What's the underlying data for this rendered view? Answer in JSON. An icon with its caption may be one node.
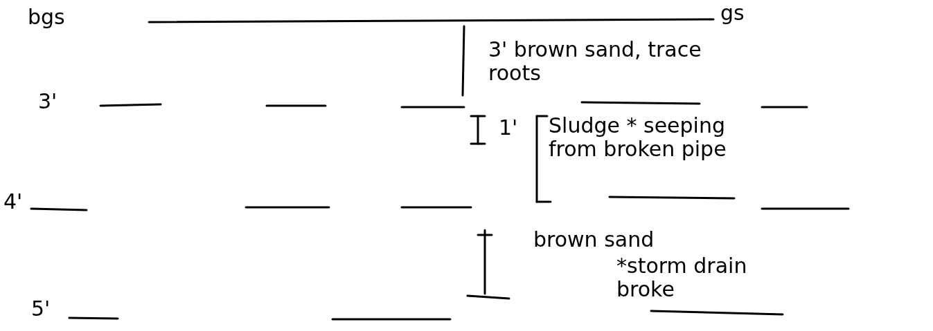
{
  "diagram": {
    "labels": [
      "bgs",
      "gs",
      "3' brown sand, trace roots",
      "3'",
      "1'",
      "Sludge * seeping from broken pipe",
      "4'",
      "brown sand",
      "*storm drain broke",
      "5'"
    ]
  }
}
